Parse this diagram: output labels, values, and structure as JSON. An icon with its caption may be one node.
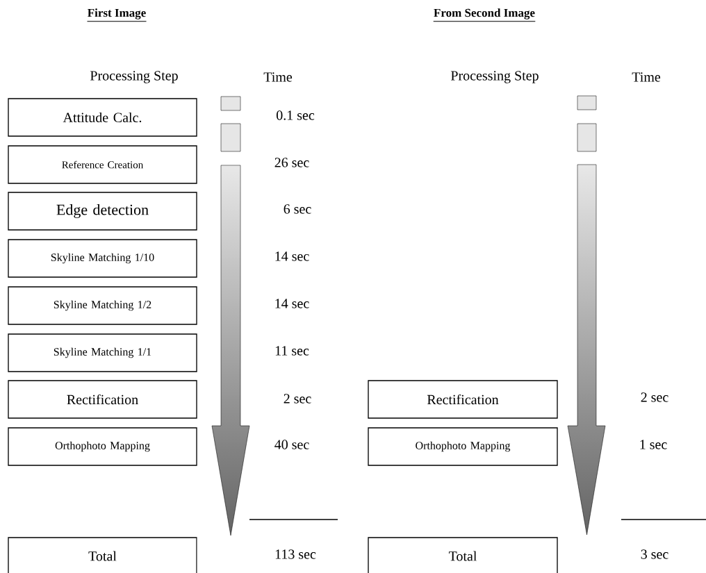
{
  "diagram": {
    "nodes": [
      {
        "text": [
          "Attitude Calc."
        ]
      },
      {
        "text": [
          "Reference Creation"
        ]
      },
      {
        "text": [
          "Edge detection"
        ]
      },
      {
        "text": [
          "Skyline Matching 1/10"
        ]
      },
      {
        "text": [
          "Skyline Matching 1/2"
        ]
      },
      {
        "text": [
          "Skyline Matching 1/1"
        ]
      },
      {
        "text": [
          "Rectification"
        ]
      },
      {
        "text": [
          "Orthophoto Mapping"
        ]
      },
      {
        "text": [
          "Total"
        ]
      },
      {
        "text": [
          "Rectification"
        ]
      },
      {
        "text": [
          "Orthophoto Mapping"
        ]
      },
      {
        "text": [
          "Total"
        ]
      }
    ],
    "labels": [
      "First Image",
      "From Second Image",
      "Processing Step",
      "Time",
      "Processing Step",
      "Time",
      "0.1 sec",
      "26 sec",
      "6 sec",
      "14 sec",
      "14 sec",
      "11 sec",
      "2 sec",
      "2 sec",
      "40 sec",
      "1 sec",
      "113 sec",
      "3 sec"
    ]
  }
}
